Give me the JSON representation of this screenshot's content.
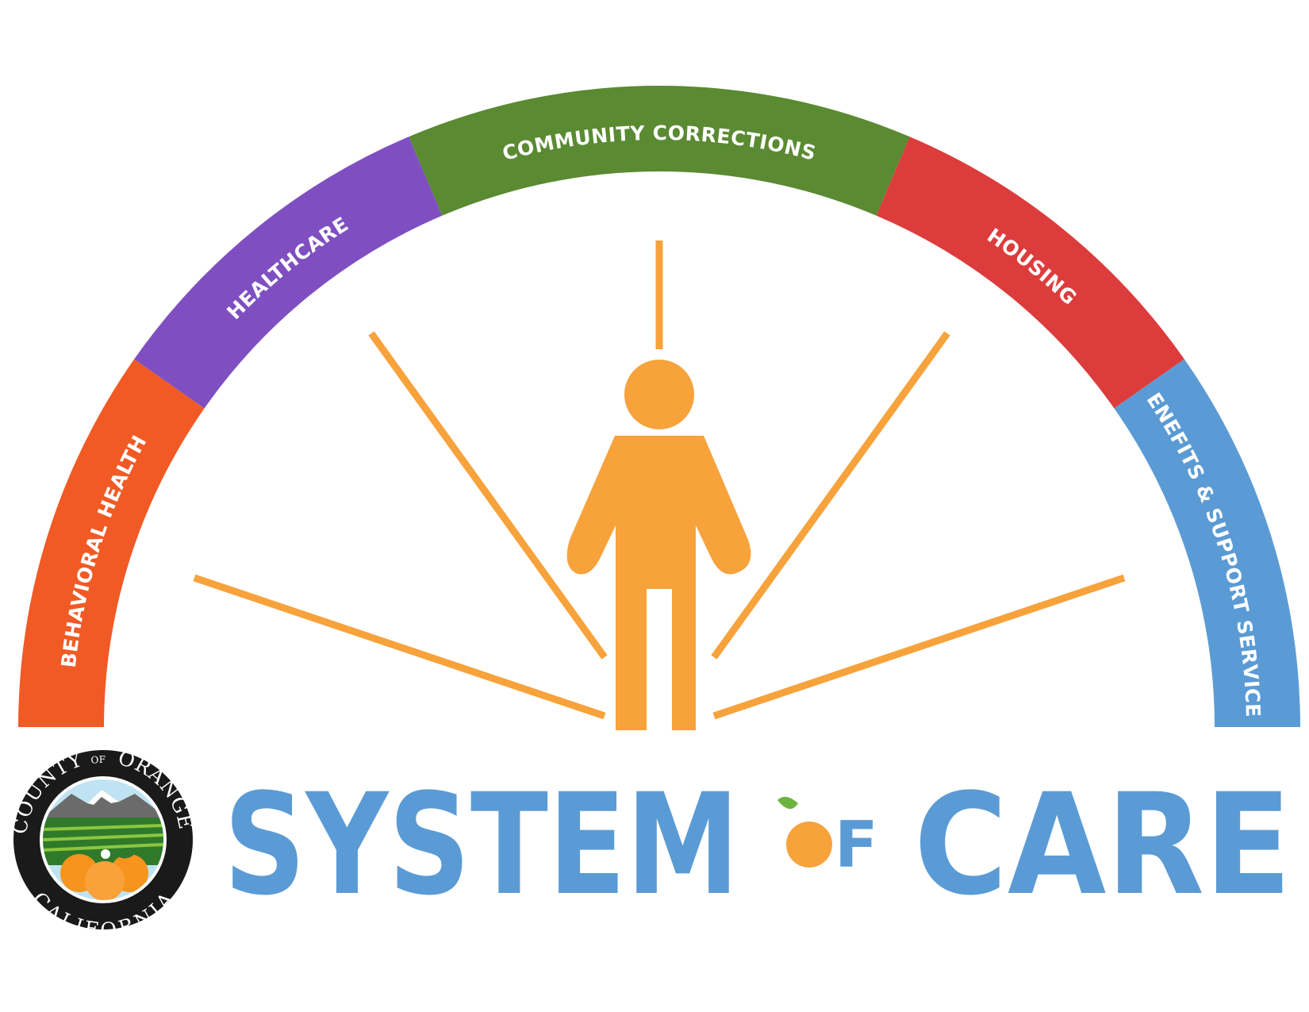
{
  "segments": [
    {
      "label": "BEHAVIORAL HEALTH",
      "color": "#f15a24"
    },
    {
      "label": "HEALTHCARE",
      "color": "#7f4fc1"
    },
    {
      "label": "COMMUNITY CORRECTIONS",
      "color": "#5a8a32"
    },
    {
      "label": "HOUSING",
      "color": "#dd3c3c"
    },
    {
      "label": "BENEFITS & SUPPORT SERVICES",
      "color": "#5b9bd5"
    }
  ],
  "title": {
    "word1": "SYSTEM",
    "of_prefix": "O",
    "of_suffix": "F",
    "word2": "CARE",
    "color": "#5b9bd5"
  },
  "seal": {
    "top_left": "COUNTY",
    "top_mid": "OF",
    "top_right": "ORANGE",
    "bottom": "CALIFORNIA"
  },
  "colors": {
    "figure": "#f7a23b",
    "orange": "#f7a23b",
    "leaf": "#6cb33f"
  },
  "icons": {
    "center": "person-icon",
    "seal": "county-seal-icon"
  }
}
